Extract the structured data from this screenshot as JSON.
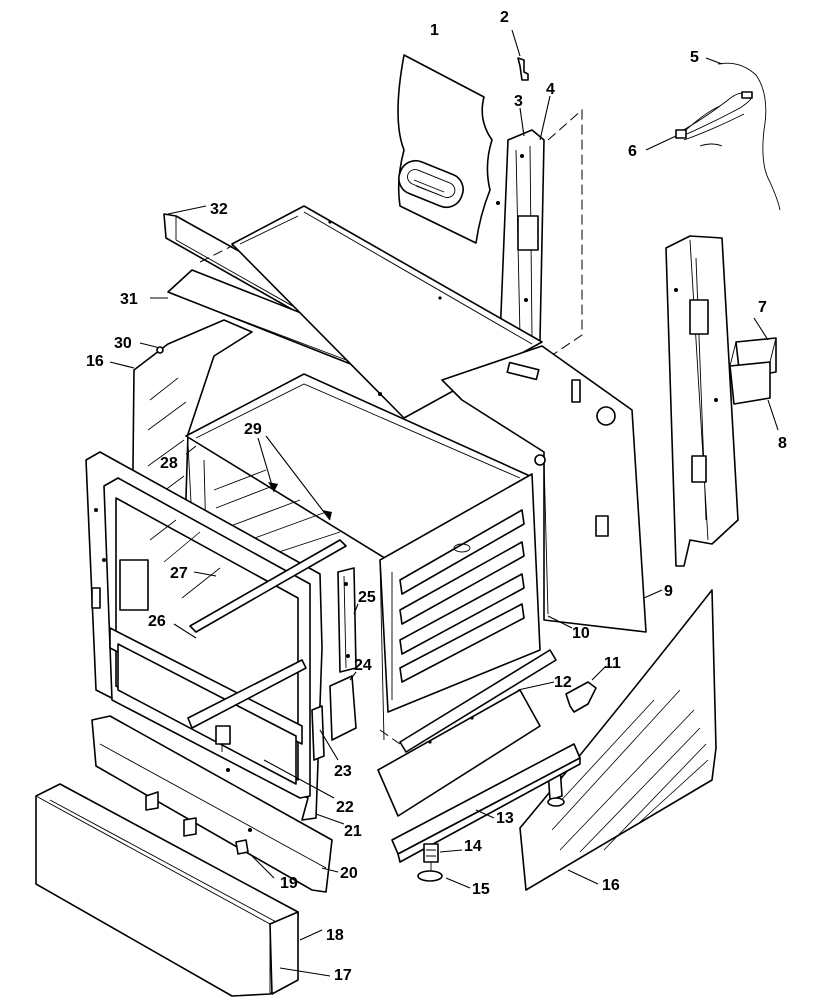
{
  "callouts": [
    {
      "id": "c1",
      "text": "1"
    },
    {
      "id": "c2",
      "text": "2"
    },
    {
      "id": "c3",
      "text": "3"
    },
    {
      "id": "c4",
      "text": "4"
    },
    {
      "id": "c5",
      "text": "5"
    },
    {
      "id": "c6",
      "text": "6"
    },
    {
      "id": "c7",
      "text": "7"
    },
    {
      "id": "c8",
      "text": "8"
    },
    {
      "id": "c9",
      "text": "9"
    },
    {
      "id": "c10",
      "text": "10"
    },
    {
      "id": "c11",
      "text": "11"
    },
    {
      "id": "c12",
      "text": "12"
    },
    {
      "id": "c13",
      "text": "13"
    },
    {
      "id": "c14",
      "text": "14"
    },
    {
      "id": "c15",
      "text": "15"
    },
    {
      "id": "c16a",
      "text": "16"
    },
    {
      "id": "c16b",
      "text": "16"
    },
    {
      "id": "c17",
      "text": "17"
    },
    {
      "id": "c18",
      "text": "18"
    },
    {
      "id": "c19",
      "text": "19"
    },
    {
      "id": "c20",
      "text": "20"
    },
    {
      "id": "c21",
      "text": "21"
    },
    {
      "id": "c22",
      "text": "22"
    },
    {
      "id": "c23",
      "text": "23"
    },
    {
      "id": "c24",
      "text": "24"
    },
    {
      "id": "c25",
      "text": "25"
    },
    {
      "id": "c26",
      "text": "26"
    },
    {
      "id": "c27",
      "text": "27"
    },
    {
      "id": "c28",
      "text": "28"
    },
    {
      "id": "c29",
      "text": "29"
    },
    {
      "id": "c30",
      "text": "30"
    },
    {
      "id": "c31",
      "text": "31"
    },
    {
      "id": "c32",
      "text": "32"
    }
  ]
}
